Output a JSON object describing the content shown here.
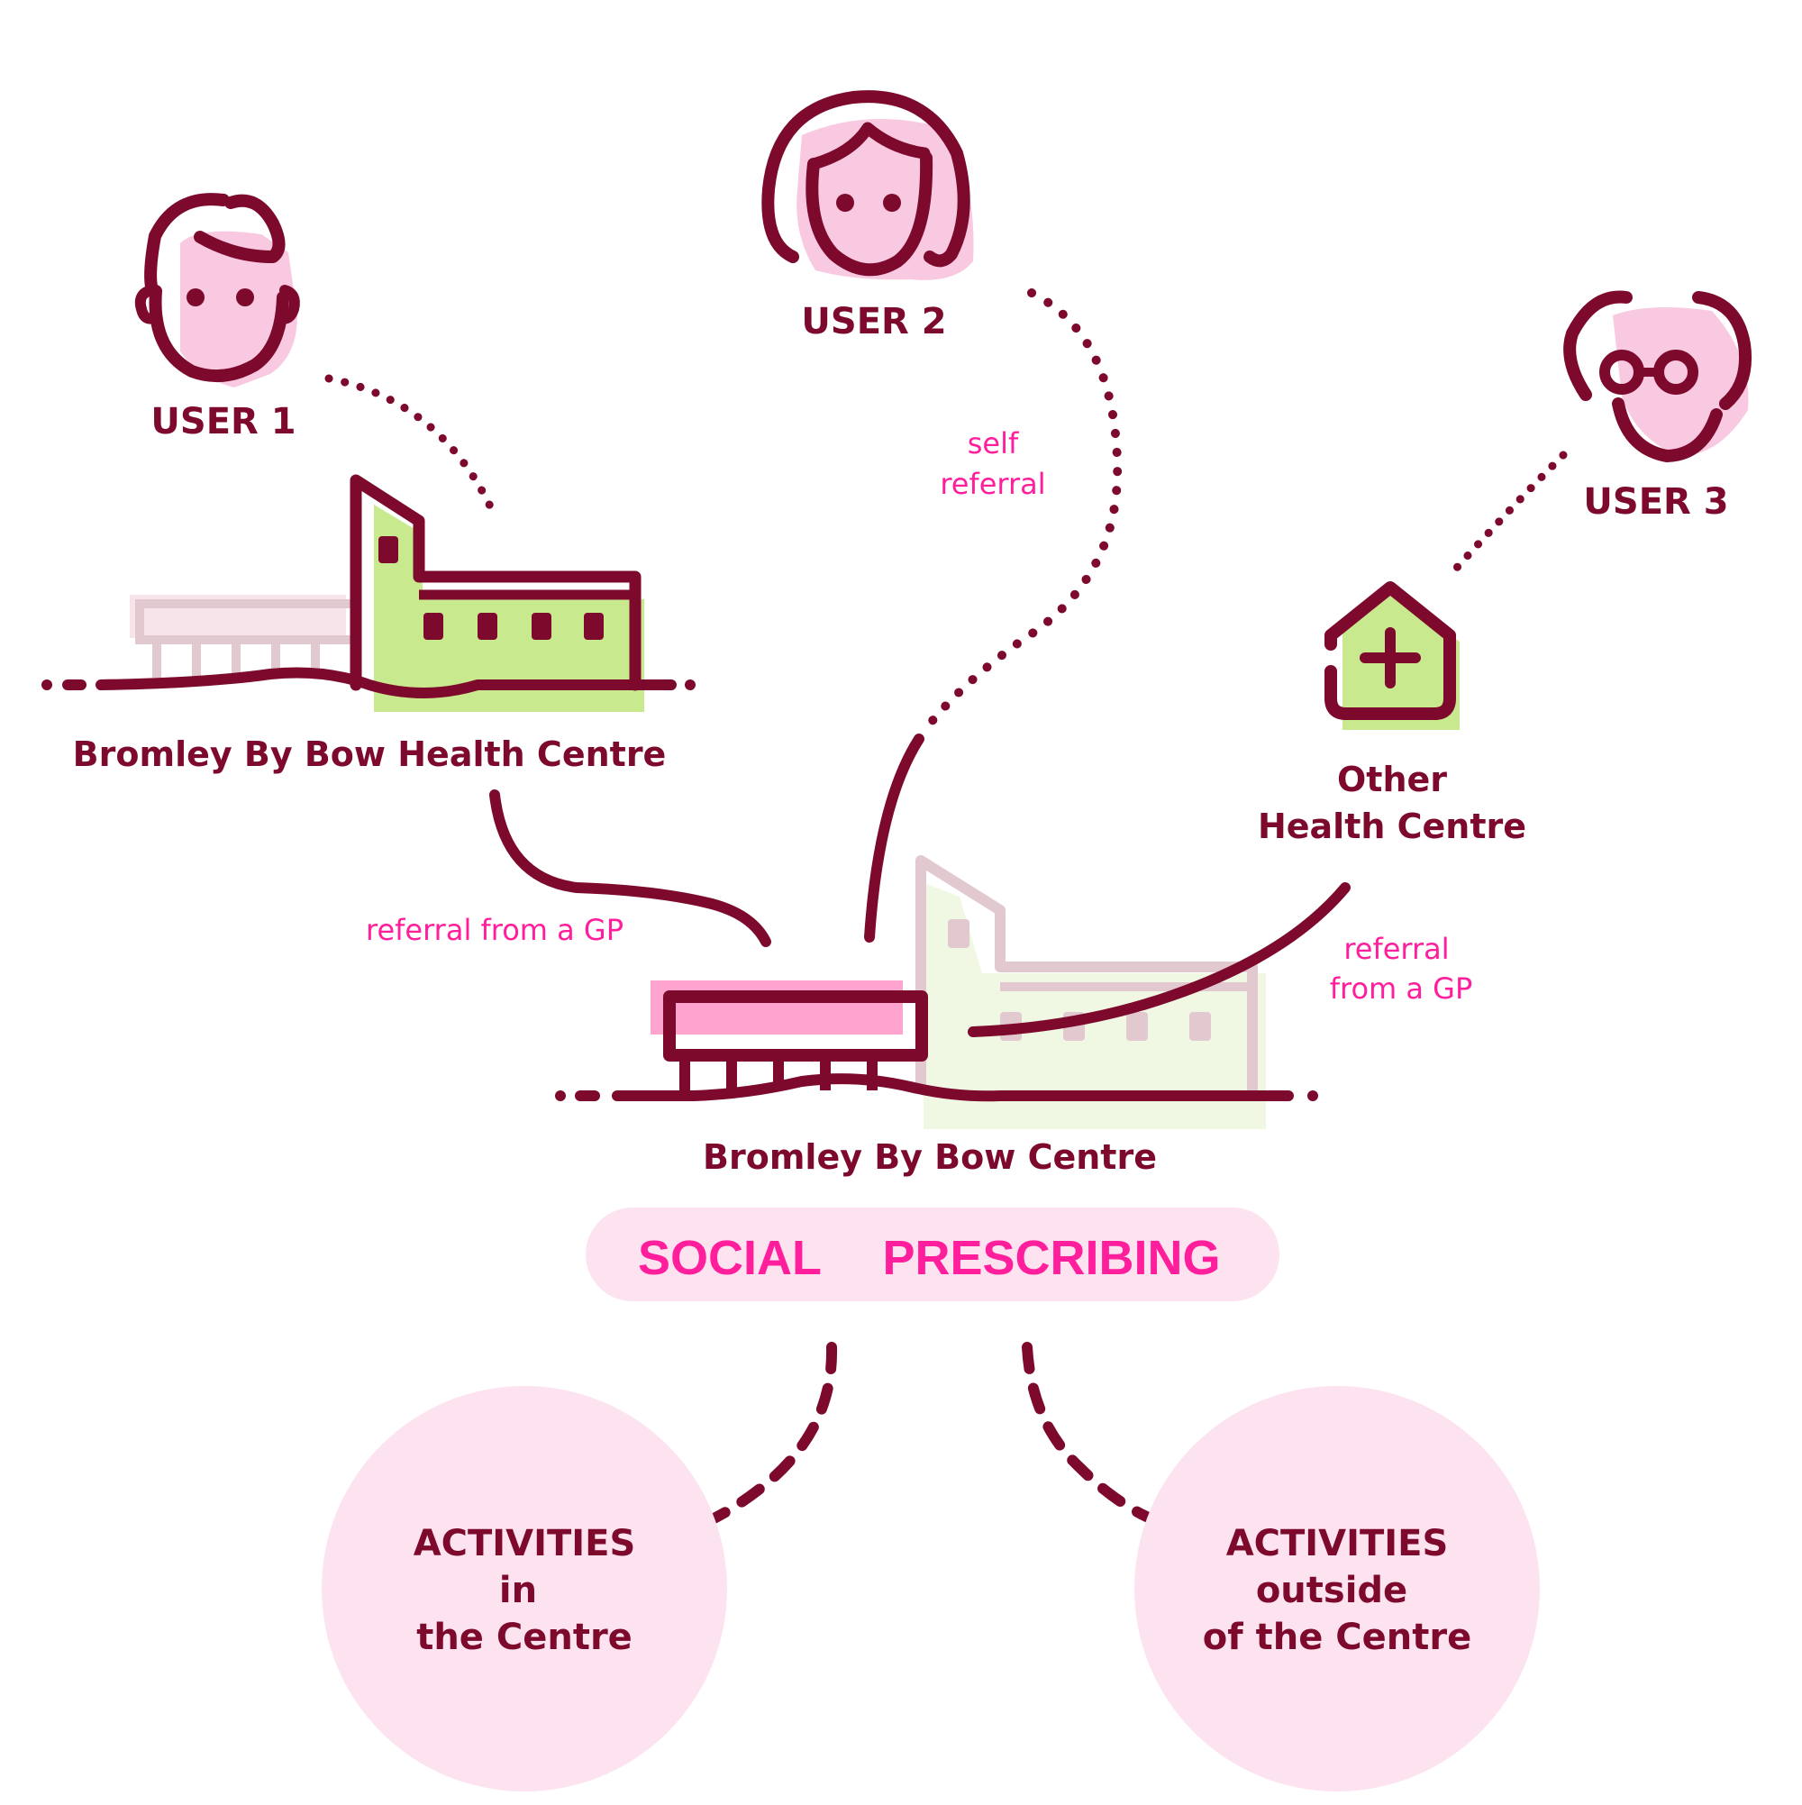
{
  "colors": {
    "dark": "#7d0a2d",
    "accent": "#ff1f9c",
    "pink_fill": "#f8c9e0",
    "light_pink": "#fce3ef",
    "green_fill": "#c9e98e",
    "green_faint": "#f0f8e4",
    "faded": "#e2c8cf"
  },
  "users": [
    {
      "label": "USER 1",
      "icon": "man-face-icon"
    },
    {
      "label": "USER 2",
      "icon": "woman-face-icon"
    },
    {
      "label": "USER 3",
      "icon": "elderly-man-with-glasses-icon"
    }
  ],
  "places": {
    "health_centre": "Bromley By Bow Health Centre",
    "other_line1": "Other",
    "other_line2": "Health Centre",
    "main_centre": "Bromley By Bow Centre"
  },
  "referrals": {
    "self_line1": "self",
    "self_line2": "referral",
    "gp_left": "referral from a GP",
    "gp_right_line1": "referral",
    "gp_right_line2": "from a GP"
  },
  "core": {
    "word1": "SOCIAL",
    "word2": "PRESCRIBING"
  },
  "activities": [
    {
      "lines": [
        "ACTIVITIES",
        "in",
        "the Centre"
      ]
    },
    {
      "lines": [
        "ACTIVITIES",
        "outside",
        "of the Centre"
      ]
    }
  ]
}
